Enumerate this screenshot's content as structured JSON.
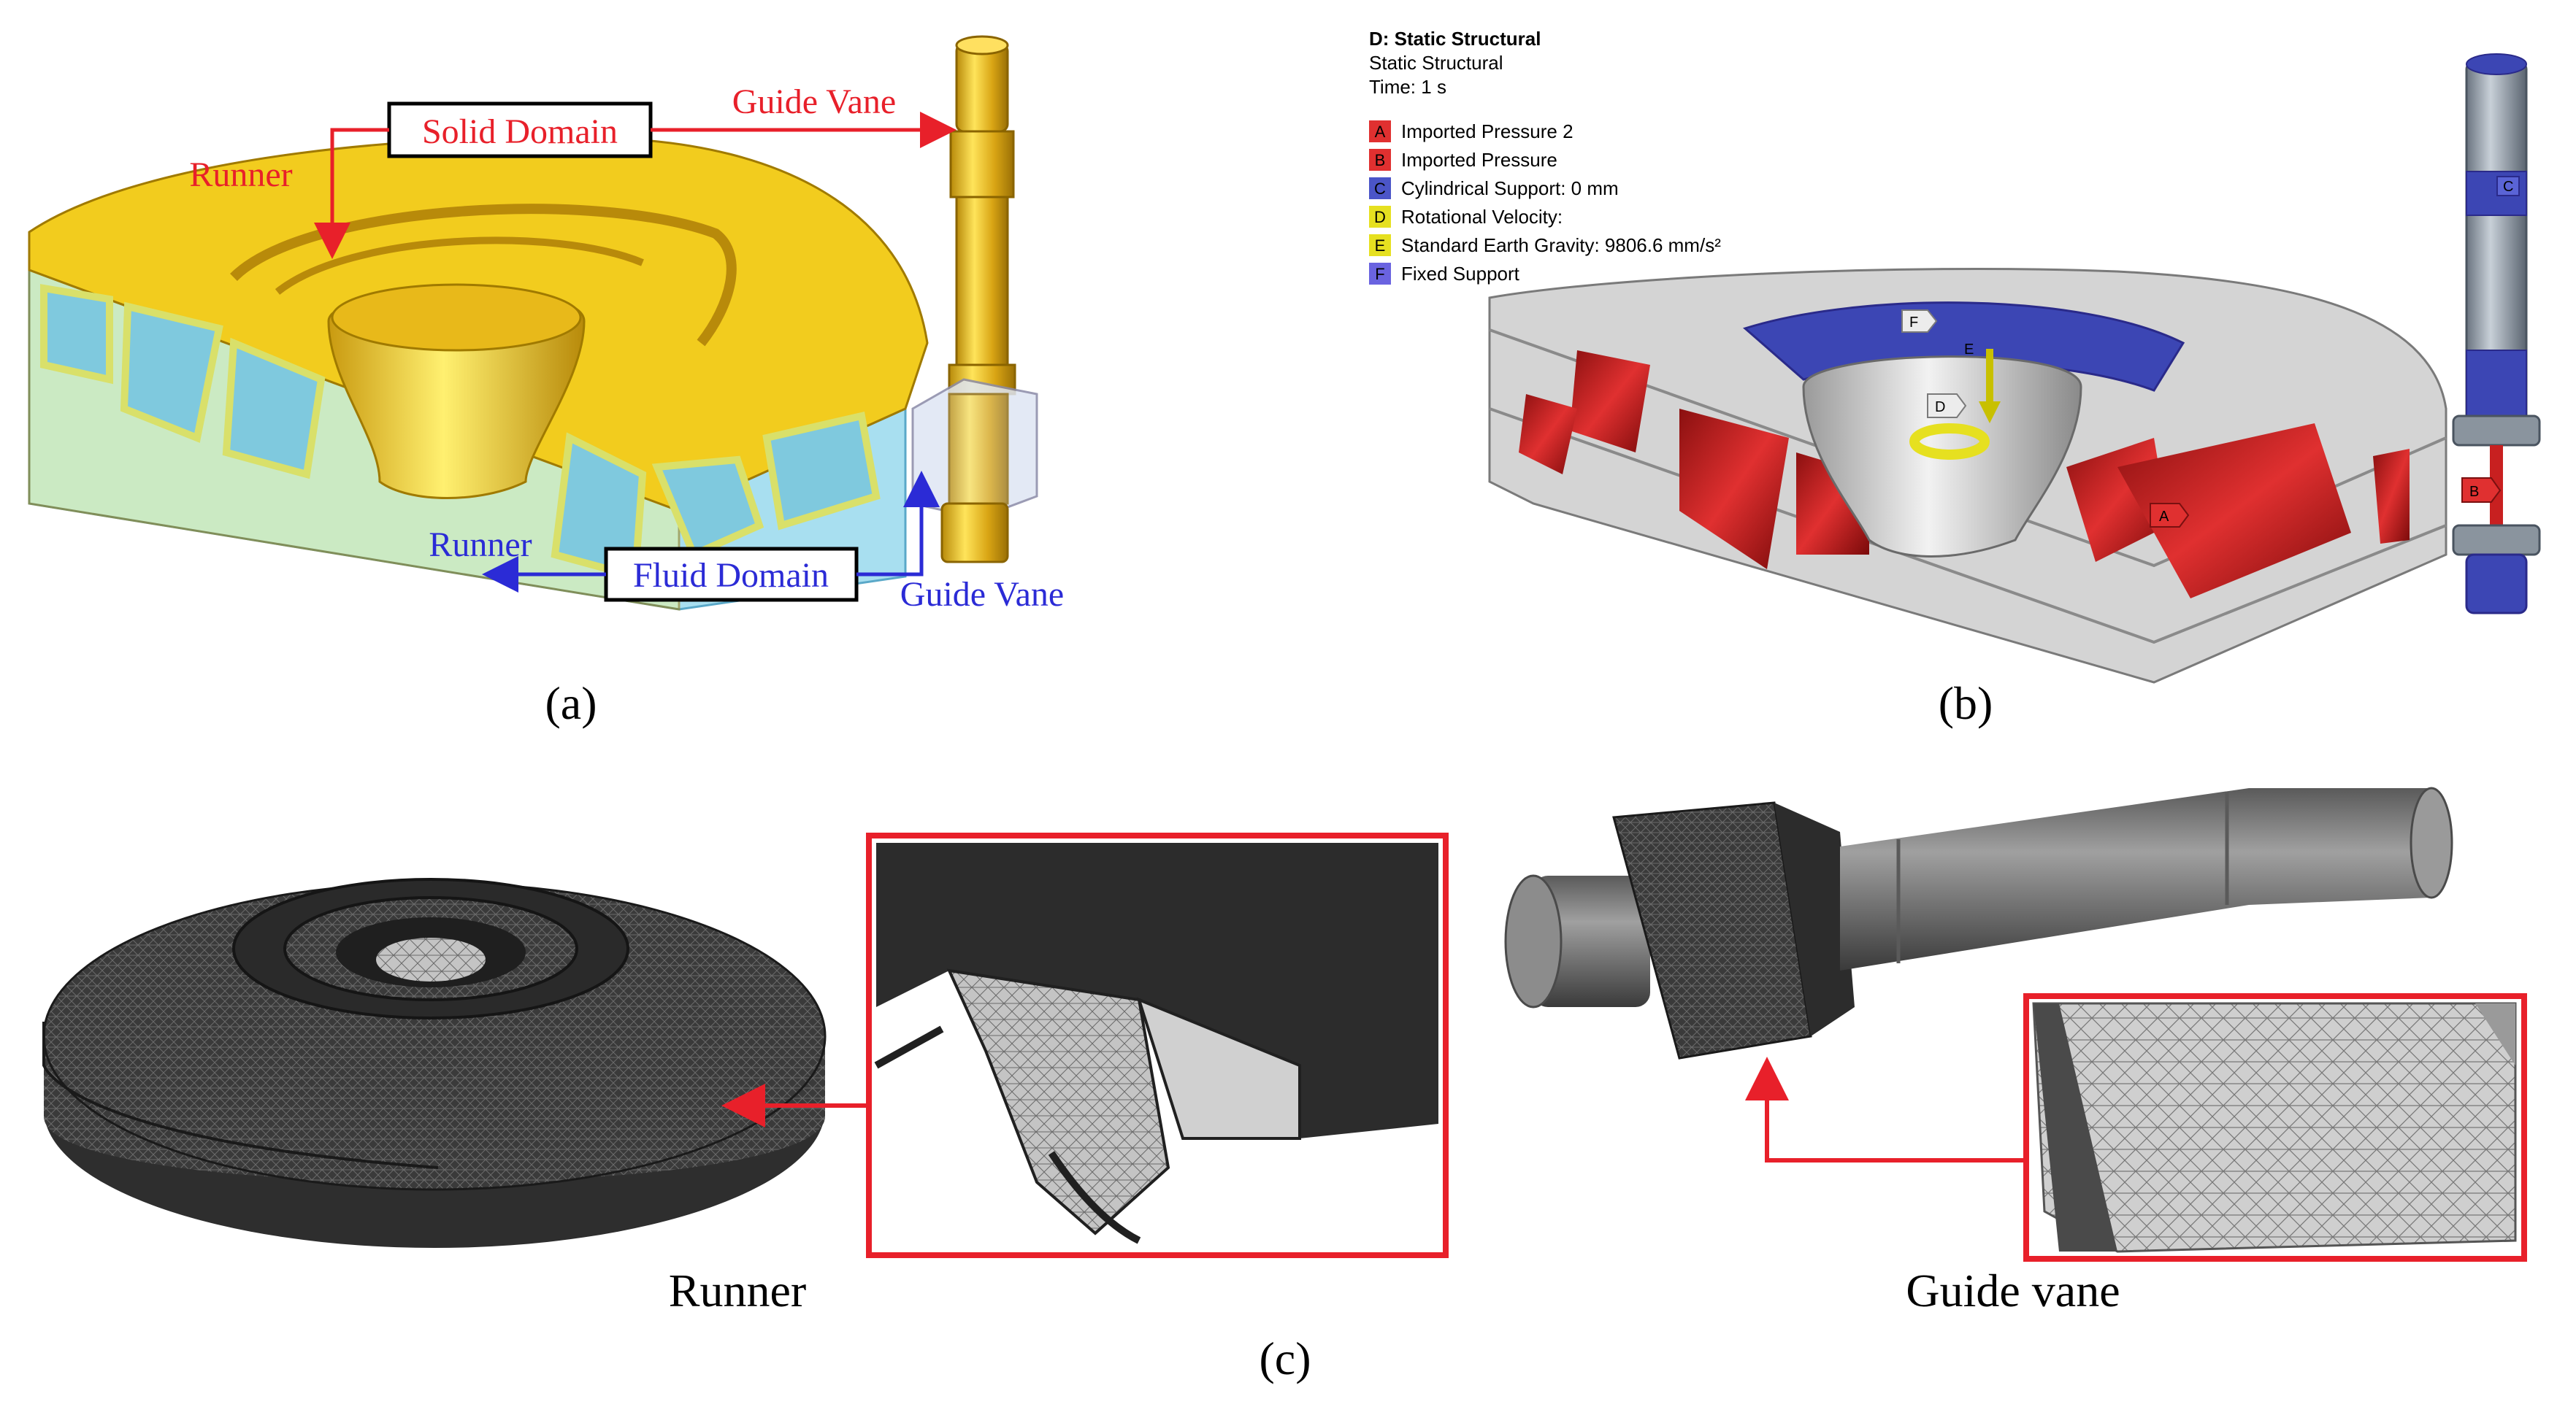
{
  "panel_a": {
    "label_solid_domain": "Solid Domain",
    "label_fluid_domain": "Fluid Domain",
    "label_runner_top": "Runner",
    "label_guide_vane_top": "Guide Vane",
    "label_runner_bottom": "Runner",
    "label_guide_vane_bottom": "Guide Vane",
    "caption": "(a)"
  },
  "panel_b": {
    "title": "D: Static Structural",
    "subtitle": "Static Structural",
    "time": "Time: 1  s",
    "legend": [
      {
        "key": "A",
        "label": "Imported Pressure 2",
        "color": "#e03030"
      },
      {
        "key": "B",
        "label": "Imported Pressure",
        "color": "#e03030"
      },
      {
        "key": "C",
        "label": "Cylindrical Support: 0  mm",
        "color": "#4b55c8"
      },
      {
        "key": "D",
        "label": "Rotational Velocity:",
        "color": "#e6e020"
      },
      {
        "key": "E",
        "label": "Standard Earth Gravity: 9806.6 mm/s²",
        "color": "#e6e020"
      },
      {
        "key": "F",
        "label": "Fixed Support",
        "color": "#6a63e0"
      }
    ],
    "caption": "(b)"
  },
  "panel_c": {
    "label_runner": "Runner",
    "label_guide_vane": "Guide vane",
    "caption": "(c)"
  },
  "colors": {
    "solid_yellow": "#f2cc1e",
    "fluid_blue": "#a8dff0",
    "annotation_red": "#e8202a",
    "annotation_blue": "#2b2bd6",
    "model_gray": "#c8c8c8",
    "mesh_dark": "#3a3a3a",
    "support_blue": "#3c46b4"
  }
}
